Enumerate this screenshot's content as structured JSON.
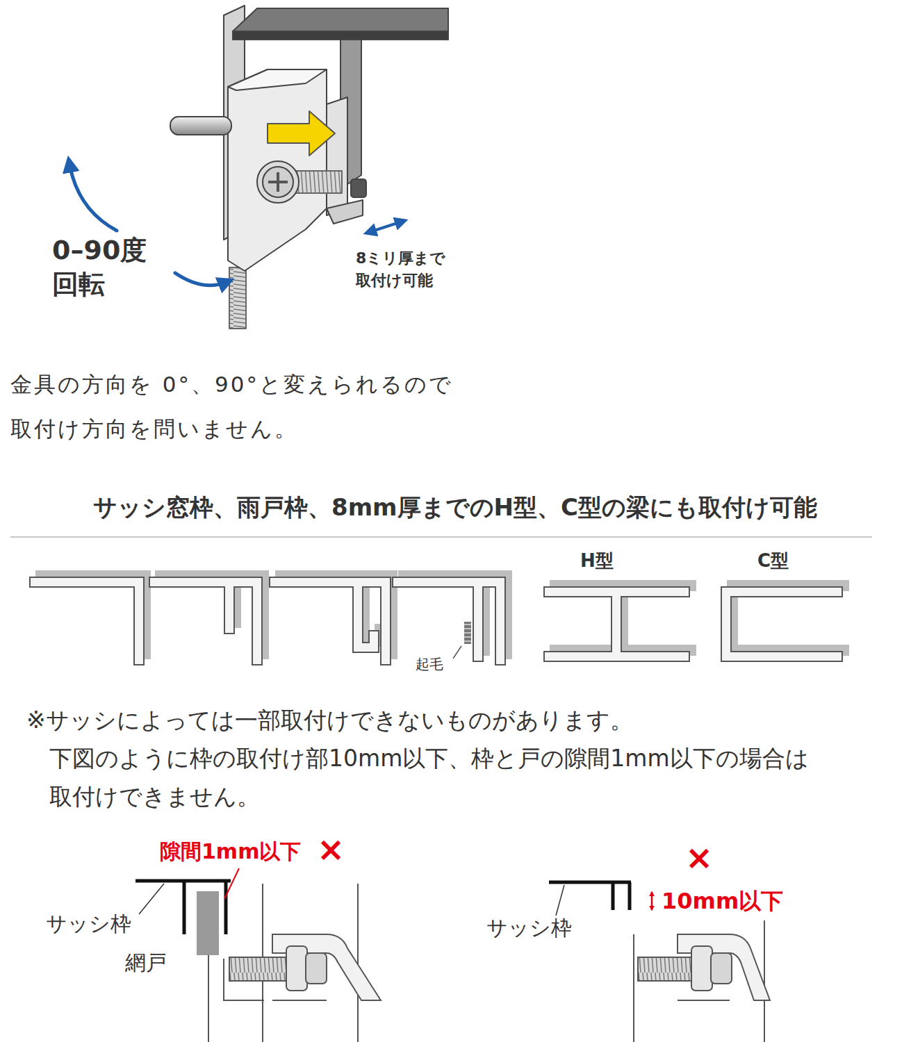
{
  "diagram": {
    "labels": [
      "0–90度 回転",
      "8ミリ厚まで 取付け可能",
      "金具の方向を 0°、90°と変えられるので 取付け方向を問いません。",
      "サッシ窓枠、雨戸枠、8mm厚までのH型、C型の梁にも取付け可能",
      "H型",
      "C型",
      "起毛",
      "※サッシによっては一部取付けできないものがあります。 下図のように枠の取付け部10mm以下、枠と戸の隙間1mm以下の場合は 取付けできません。",
      "隙間1mm以下",
      "×",
      "サッシ枠",
      "網戸",
      "×",
      "10mm以下",
      "サッシ枠"
    ]
  }
}
